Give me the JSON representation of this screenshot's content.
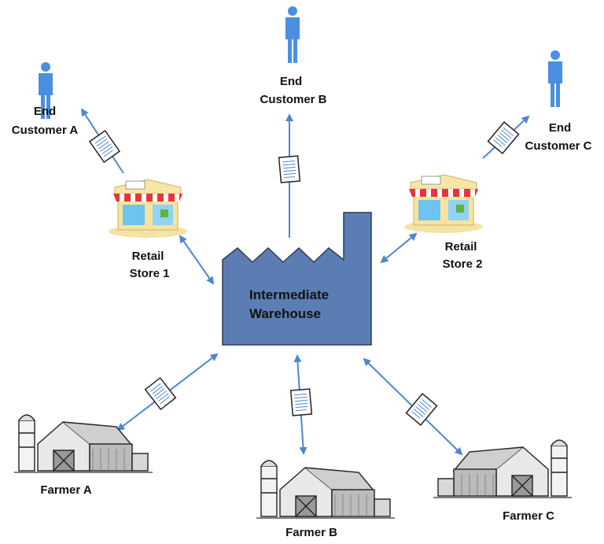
{
  "colors": {
    "arrow": "#4f86d0",
    "person": "#4a8fe0",
    "warehouse": "#5b7db3",
    "warehouse_border": "#2f3a52"
  },
  "nodes": {
    "warehouse": {
      "line1": "Intermediate",
      "line2": "Warehouse",
      "icon": "factory-icon"
    },
    "customer_a": {
      "line1": "End",
      "line2": "Customer A",
      "icon": "person-icon"
    },
    "customer_b": {
      "line1": "End",
      "line2": "Customer B",
      "icon": "person-icon"
    },
    "customer_c": {
      "line1": "End",
      "line2": "Customer C",
      "icon": "person-icon"
    },
    "store_1": {
      "line1": "Retail",
      "line2": "Store 1",
      "icon": "store-icon"
    },
    "store_2": {
      "line1": "Retail",
      "line2": "Store 2",
      "icon": "store-icon"
    },
    "farmer_a": {
      "label": "Farmer A",
      "icon": "barn-icon"
    },
    "farmer_b": {
      "label": "Farmer B",
      "icon": "barn-icon"
    },
    "farmer_c": {
      "label": "Farmer C",
      "icon": "barn-icon"
    }
  },
  "edges": [
    {
      "from": "store_1",
      "to": "customer_a",
      "direction": "one-way",
      "document": true
    },
    {
      "from": "warehouse",
      "to": "customer_b",
      "direction": "one-way",
      "document": true
    },
    {
      "from": "store_2",
      "to": "customer_c",
      "direction": "one-way",
      "document": true
    },
    {
      "from": "store_1",
      "to": "warehouse",
      "direction": "two-way",
      "document": false
    },
    {
      "from": "store_2",
      "to": "warehouse",
      "direction": "two-way",
      "document": false
    },
    {
      "from": "farmer_a",
      "to": "warehouse",
      "direction": "two-way",
      "document": true
    },
    {
      "from": "farmer_b",
      "to": "warehouse",
      "direction": "two-way",
      "document": true
    },
    {
      "from": "farmer_c",
      "to": "warehouse",
      "direction": "two-way",
      "document": true
    }
  ]
}
